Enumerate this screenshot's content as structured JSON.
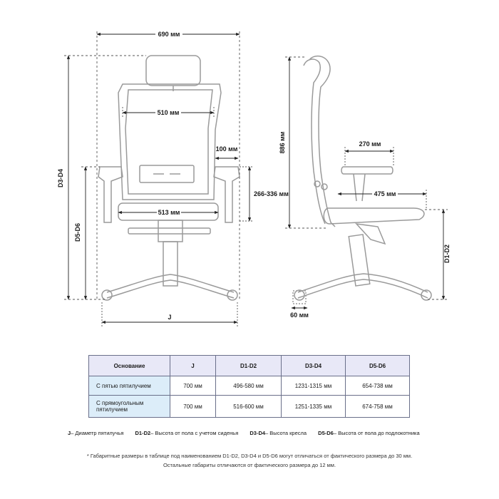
{
  "dimensions": {
    "overall_width": "690 мм",
    "back_width": "510 мм",
    "armrest_offset": "100 мм",
    "armrest_height": "266-336 мм",
    "seat_width": "513 мм",
    "total_height": "D3-D4",
    "seat_to_floor": "D5-D6",
    "base": "J",
    "back_height": "886 мм",
    "armrest_depth": "270 мм",
    "seat_depth": "475 мм",
    "seat_height": "D1-D2",
    "caster": "60 мм"
  },
  "table": {
    "headers": [
      "Основание",
      "J",
      "D1-D2",
      "D3-D4",
      "D5-D6"
    ],
    "rows": [
      [
        "С пятью пятилучием",
        "700 мм",
        "496-580 мм",
        "1231-1315 мм",
        "654-738 мм"
      ],
      [
        "С прямоугольным пятилучием",
        "700 мм",
        "516-600 мм",
        "1251-1335 мм",
        "674-758 мм"
      ]
    ]
  },
  "legend": [
    {
      "key": "J",
      "text": " – Диаметр пятилучья"
    },
    {
      "key": "D1-D2",
      "text": " – Высота от пола с учетом сиденья"
    },
    {
      "key": "D3-D4",
      "text": " – Высота кресла"
    },
    {
      "key": "D5-D6",
      "text": " – Высота от пола до подлокотника"
    }
  ],
  "notes": [
    "* Габаритные размеры в таблице под наименованием D1-D2, D3-D4 и D5-D6 могут отличаться от фактического размера до 30 мм.",
    "Остальные габариты отличаются от фактического размера до 12 мм."
  ],
  "colors": {
    "chair_stroke": "#9a9a9a",
    "dim_line": "#222222",
    "header_bg": "#e8e8f7",
    "first_col_bg": "#dcedf9",
    "table_border": "#6a6f8a"
  }
}
